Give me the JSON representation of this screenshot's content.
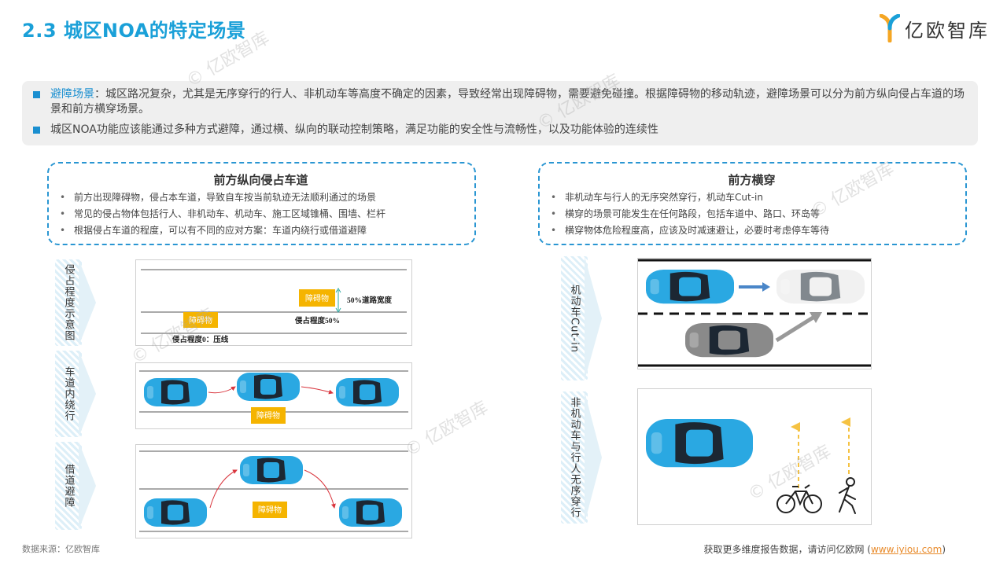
{
  "header": {
    "title": "2.3 城区NOA的特定场景",
    "logo_text": "亿欧智库"
  },
  "intro": {
    "bullet1_keyword": "避障场景",
    "bullet1_text": "：城区路况复杂，尤其是无序穿行的行人、非机动车等高度不确定的因素，导致经常出现障碍物，需要避免碰撞。根据障碍物的移动轨迹，避障场景可以分为前方纵向侵占车道的场景和前方横穿场景。",
    "bullet2_text": "城区NOA功能应该能通过多种方式避障，通过横、纵向的联动控制策略，满足功能的安全性与流畅性，以及功能体验的连续性"
  },
  "left_box": {
    "title": "前方纵向侵占车道",
    "items": [
      "前方出现障碍物，侵占本车道，导致自车按当前轨迹无法顺利通过的场景",
      "常见的侵占物体包括行人、非机动车、机动车、施工区域锥桶、围墙、栏杆",
      "根据侵占车道的程度，可以有不同的应对方案：车道内绕行或借道避障"
    ]
  },
  "right_box": {
    "title": "前方横穿",
    "items": [
      "非机动车与行人的无序突然穿行，机动车Cut-in",
      "横穿的场景可能发生在任何路段，包括车道中、路口、环岛等",
      "横穿物体危险程度高，应该及时减速避让，必要时考虑停车等待"
    ]
  },
  "tabs": {
    "left": [
      "侵占程度示意图",
      "车道内绕行",
      "借道避障"
    ],
    "right": [
      "机动车Cut-in",
      "非机动车与行人无序穿行"
    ]
  },
  "diagram1": {
    "obstacle_label_a": "障碍物",
    "obstacle_label_b": "障碍物",
    "width_label": "50%道路宽度",
    "label_50": "侵占程度50%",
    "label_0": "侵占程度0：压线"
  },
  "diagram2": {
    "obstacle_label": "障碍物"
  },
  "diagram3": {
    "obstacle_label": "障碍物"
  },
  "watermark": "© 亿欧智库",
  "footer": {
    "source": "数据来源：亿欧智库",
    "note_prefix": "获取更多维度报告数据，请访问亿欧网 (",
    "link": "www.iyiou.com",
    "note_suffix": ")"
  },
  "colors": {
    "accent": "#1aa0d8",
    "car_blue": "#2aa8e2",
    "obstacle": "#f5b400",
    "arrow_red": "#d9363e",
    "path_yellow": "#f5c242"
  }
}
